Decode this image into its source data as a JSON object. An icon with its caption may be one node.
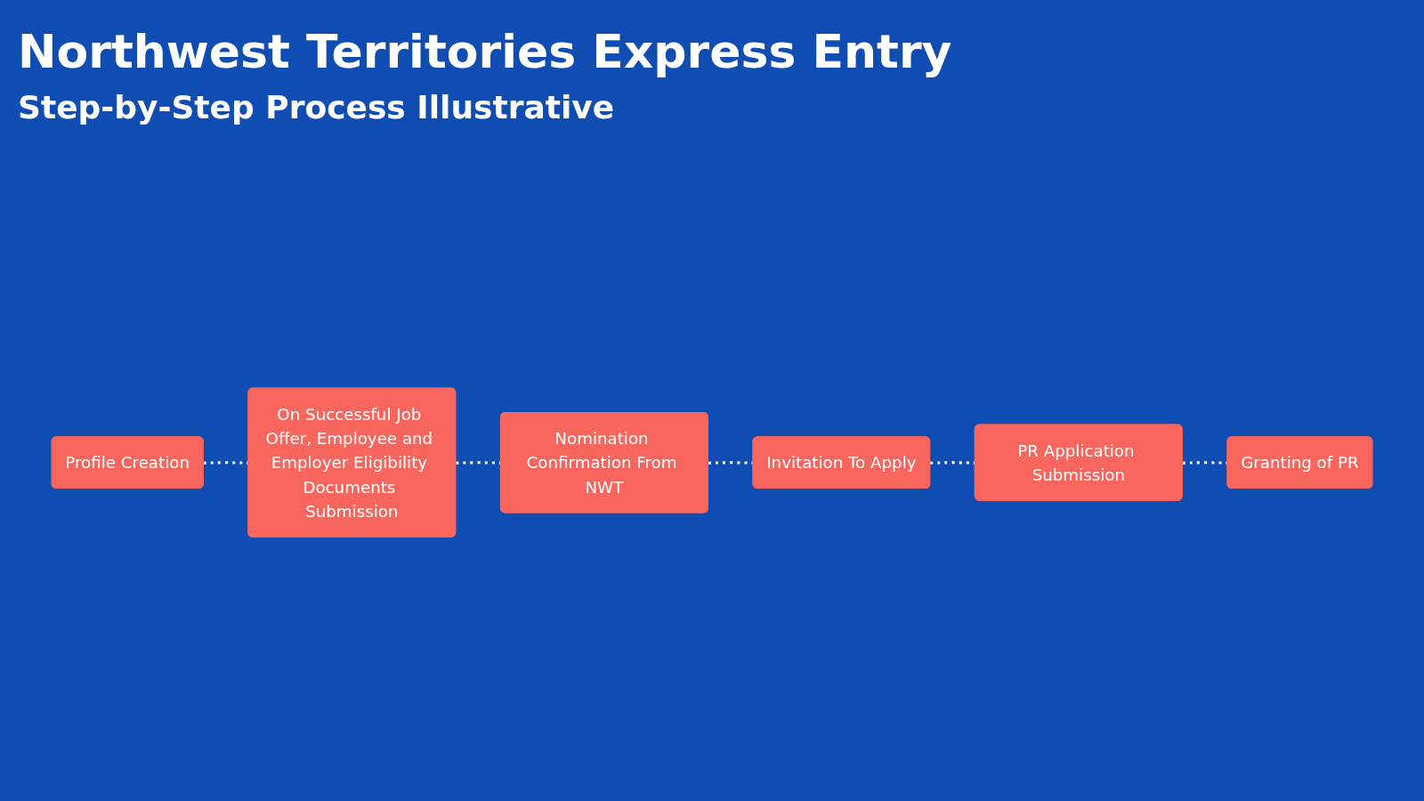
{
  "diagram": {
    "title": "Northwest Territories Express Entry",
    "caption": "Step-by-Step Process Illustrative",
    "nodes": [
      {
        "text": [
          "Profile Creation"
        ]
      },
      {
        "text": [
          "On Successful Job Offer, Employee and Employer Eligibility Documents Submission"
        ]
      },
      {
        "text": [
          "Nomination Confirmation From NWT"
        ]
      },
      {
        "text": [
          "Invitation To Apply"
        ]
      },
      {
        "text": [
          "PR Application Submission"
        ]
      },
      {
        "text": [
          "Granting of PR"
        ]
      }
    ],
    "edges": [
      {
        "from": 0,
        "to": 1,
        "arrow": "none",
        "style": "dashed"
      },
      {
        "from": 1,
        "to": 2,
        "arrow": "none",
        "style": "dashed"
      },
      {
        "from": 2,
        "to": 3,
        "arrow": "none",
        "style": "dashed"
      },
      {
        "from": 3,
        "to": 4,
        "arrow": "none",
        "style": "dashed"
      },
      {
        "from": 4,
        "to": 5,
        "arrow": "none",
        "style": "dashed"
      }
    ]
  }
}
